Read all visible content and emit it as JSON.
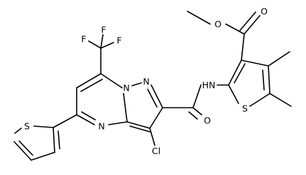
{
  "molecule": {
    "atoms": {
      "o_ester_single": "O",
      "o_ester_carbonyl": "O",
      "s_thiophene_right": "S",
      "nh_amide": "HN",
      "o_amide_carbonyl": "O",
      "n_ring_top": "N",
      "n_ring_bridge": "N",
      "n_ring_bottom": "N",
      "cl": "Cl",
      "s_thiophene_left": "S",
      "f_left": "F",
      "f_top": "F",
      "f_right": "F"
    }
  }
}
